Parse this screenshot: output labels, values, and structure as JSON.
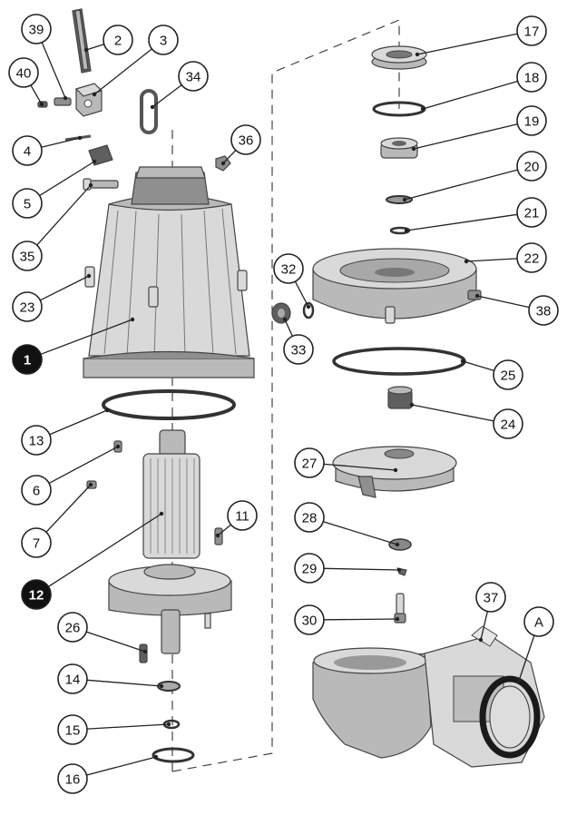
{
  "callouts": [
    {
      "label": "39"
    },
    {
      "label": "2"
    },
    {
      "label": "3"
    },
    {
      "label": "40"
    },
    {
      "label": "34"
    },
    {
      "label": "4"
    },
    {
      "label": "36"
    },
    {
      "label": "5"
    },
    {
      "label": "35"
    },
    {
      "label": "23"
    },
    {
      "label": "1"
    },
    {
      "label": "13"
    },
    {
      "label": "6"
    },
    {
      "label": "7"
    },
    {
      "label": "11"
    },
    {
      "label": "12"
    },
    {
      "label": "26"
    },
    {
      "label": "14"
    },
    {
      "label": "15"
    },
    {
      "label": "16"
    },
    {
      "label": "17"
    },
    {
      "label": "18"
    },
    {
      "label": "19"
    },
    {
      "label": "20"
    },
    {
      "label": "21"
    },
    {
      "label": "22"
    },
    {
      "label": "32"
    },
    {
      "label": "33"
    },
    {
      "label": "38"
    },
    {
      "label": "25"
    },
    {
      "label": "24"
    },
    {
      "label": "27"
    },
    {
      "label": "28"
    },
    {
      "label": "29"
    },
    {
      "label": "30"
    },
    {
      "label": "37"
    },
    {
      "label": "A"
    }
  ],
  "colors": {
    "outline": "#222222",
    "part_light": "#d9d9d9",
    "part_mid": "#b9b9b9",
    "part_dark": "#8f8f8f"
  }
}
